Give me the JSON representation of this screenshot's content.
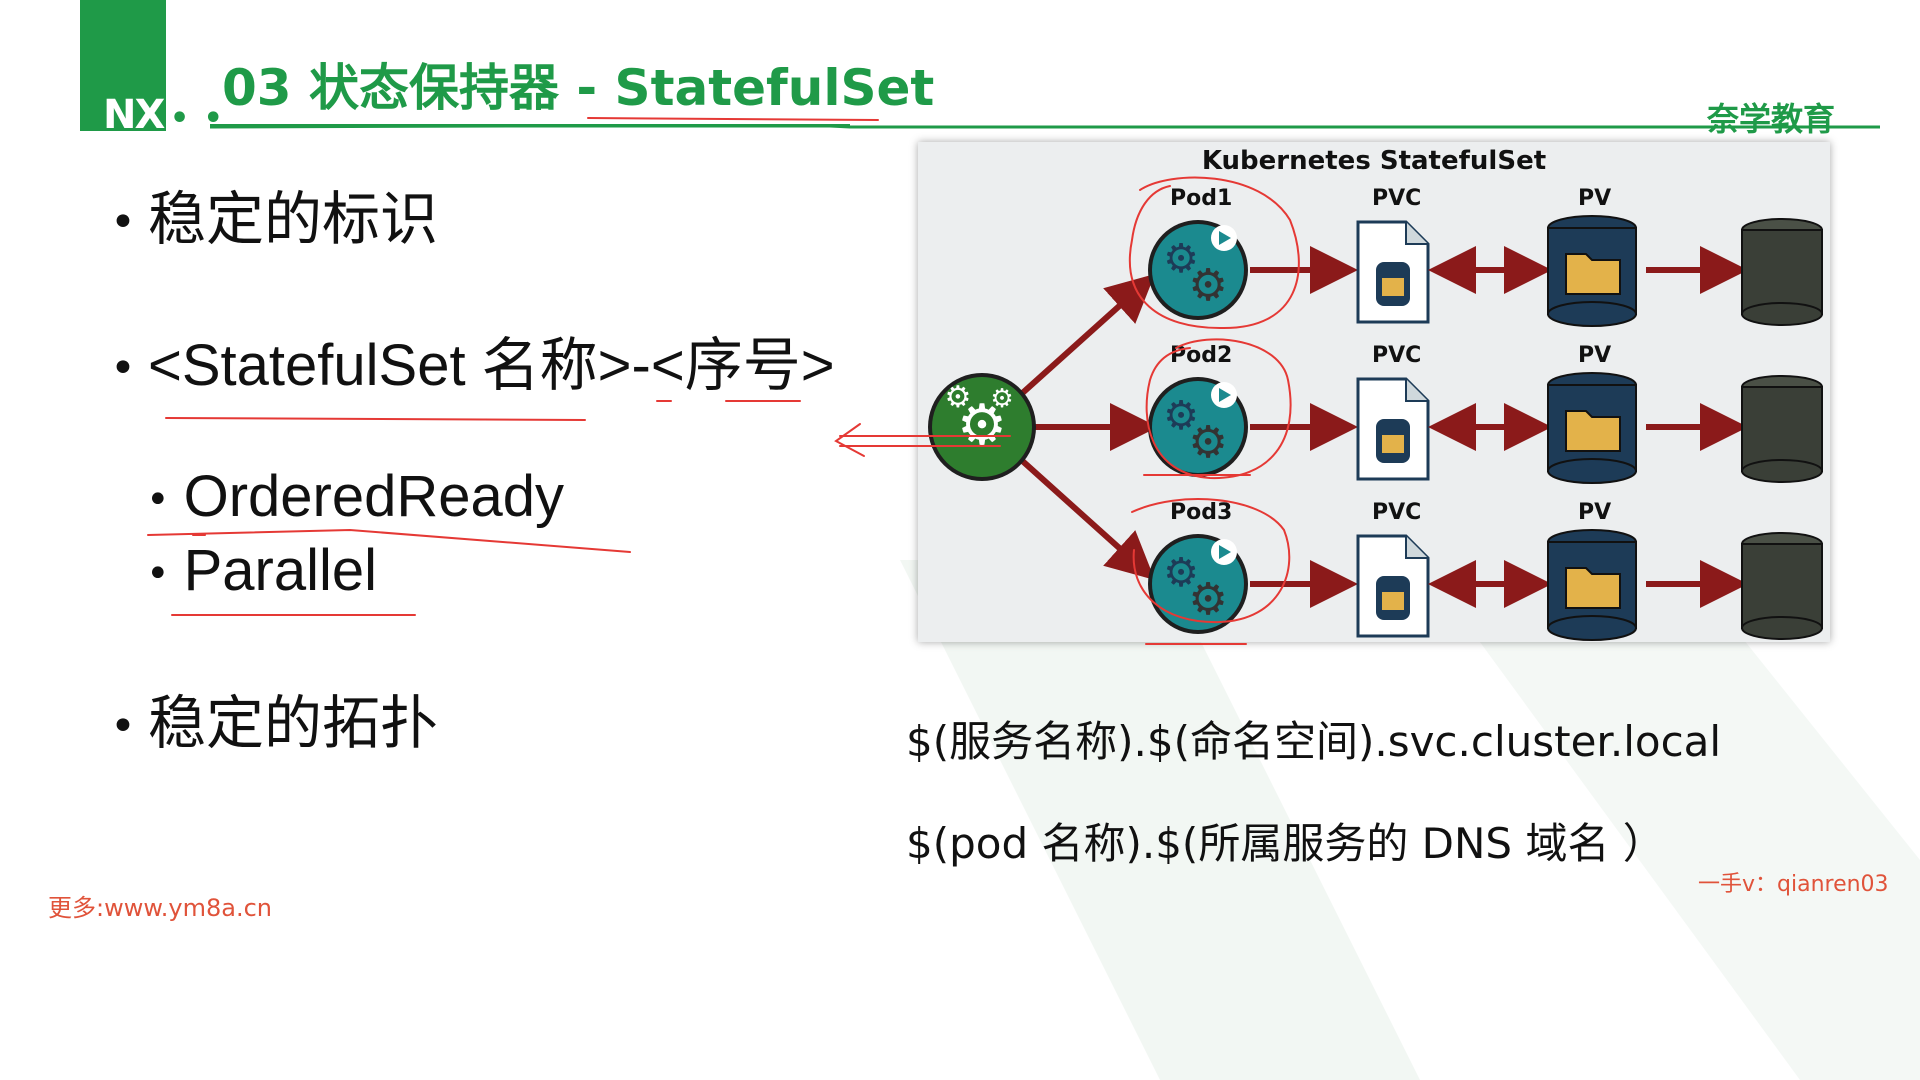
{
  "header": {
    "logo_text": "NX",
    "logo_dots": "• •",
    "title": "03 状态保持器 - StatefulSet",
    "brand": "奈学教育"
  },
  "bullets": {
    "item1": "稳定的标识",
    "item2": "<StatefulSet 名称>-<序号>",
    "sub1": "OrderedReady",
    "sub2": "Parallel",
    "item3": "稳定的拓扑",
    "dot": "•"
  },
  "diagram": {
    "title": "Kubernetes StatefulSet",
    "rows": [
      {
        "pod": "Pod1",
        "pvc": "PVC",
        "pv": "PV"
      },
      {
        "pod": "Pod2",
        "pvc": "PVC",
        "pv": "PV"
      },
      {
        "pod": "Pod3",
        "pvc": "PVC",
        "pv": "PV"
      }
    ],
    "colors": {
      "arrow": "#8b1a1a",
      "pod": "#1b8a8f",
      "controller": "#2e7d2e",
      "pv": "#1d3b57",
      "folder": "#e3b24a",
      "disk": "#3a3f37"
    }
  },
  "dns": {
    "line1": "$(服务名称).$(命名空间).svc.cluster.local",
    "line2": "$(pod 名称).$(所属服务的 DNS 域名 ）"
  },
  "footer": {
    "left": "更多:www.ym8a.cn",
    "right": "一手v：qianren03"
  },
  "annotation_color": "#e53935",
  "accent_green": "#1f9a48"
}
